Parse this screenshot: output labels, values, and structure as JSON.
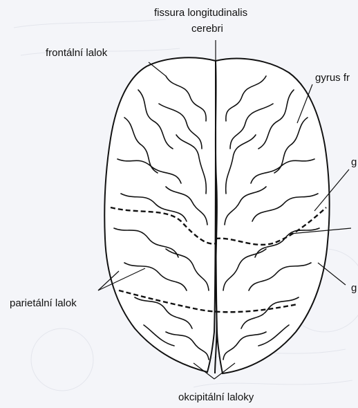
{
  "labels": {
    "fissura_line1": "fissura longitudinalis",
    "fissura_line2": "cerebri",
    "frontal": "frontální lalok",
    "gyrus": "gyrus fr",
    "right_cut_1": "g",
    "right_cut_2": "g",
    "parietal": "parietální lalok",
    "occipital": "okcipitální laloky"
  },
  "colors": {
    "background": "#f4f5f9",
    "ink": "#111111",
    "bleed_text": "#dde0e8"
  }
}
